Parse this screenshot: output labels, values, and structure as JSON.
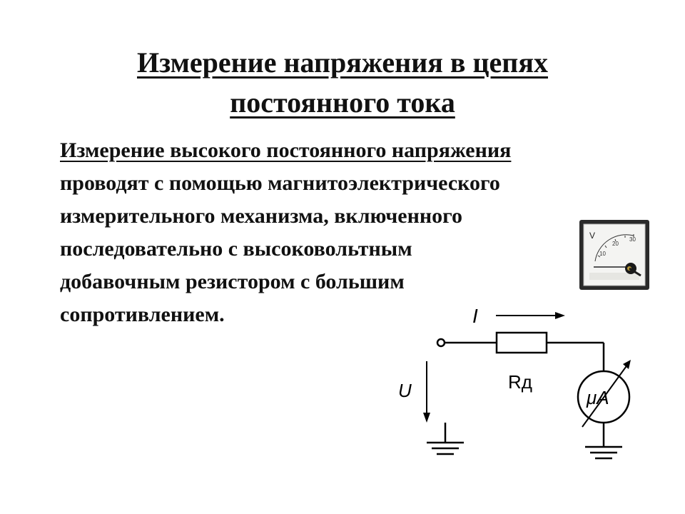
{
  "title": {
    "line1": "Измерение напряжения в цепях",
    "line2": "постоянного тока"
  },
  "body": {
    "lines": [
      "Измерение высокого постоянного напряжения",
      "проводят с помощью магнитоэлектрического",
      "измерительного механизма, включенного",
      "последовательно с высоковольтным",
      "добавочным резистором с большим",
      "сопротивлением."
    ]
  },
  "meter_photo": {
    "unit": "V",
    "scale": [
      "10",
      "20",
      "30"
    ]
  },
  "circuit": {
    "current_label": "I",
    "voltage_label": "U",
    "resistor_label": "Rд",
    "meter_label": "μA"
  }
}
